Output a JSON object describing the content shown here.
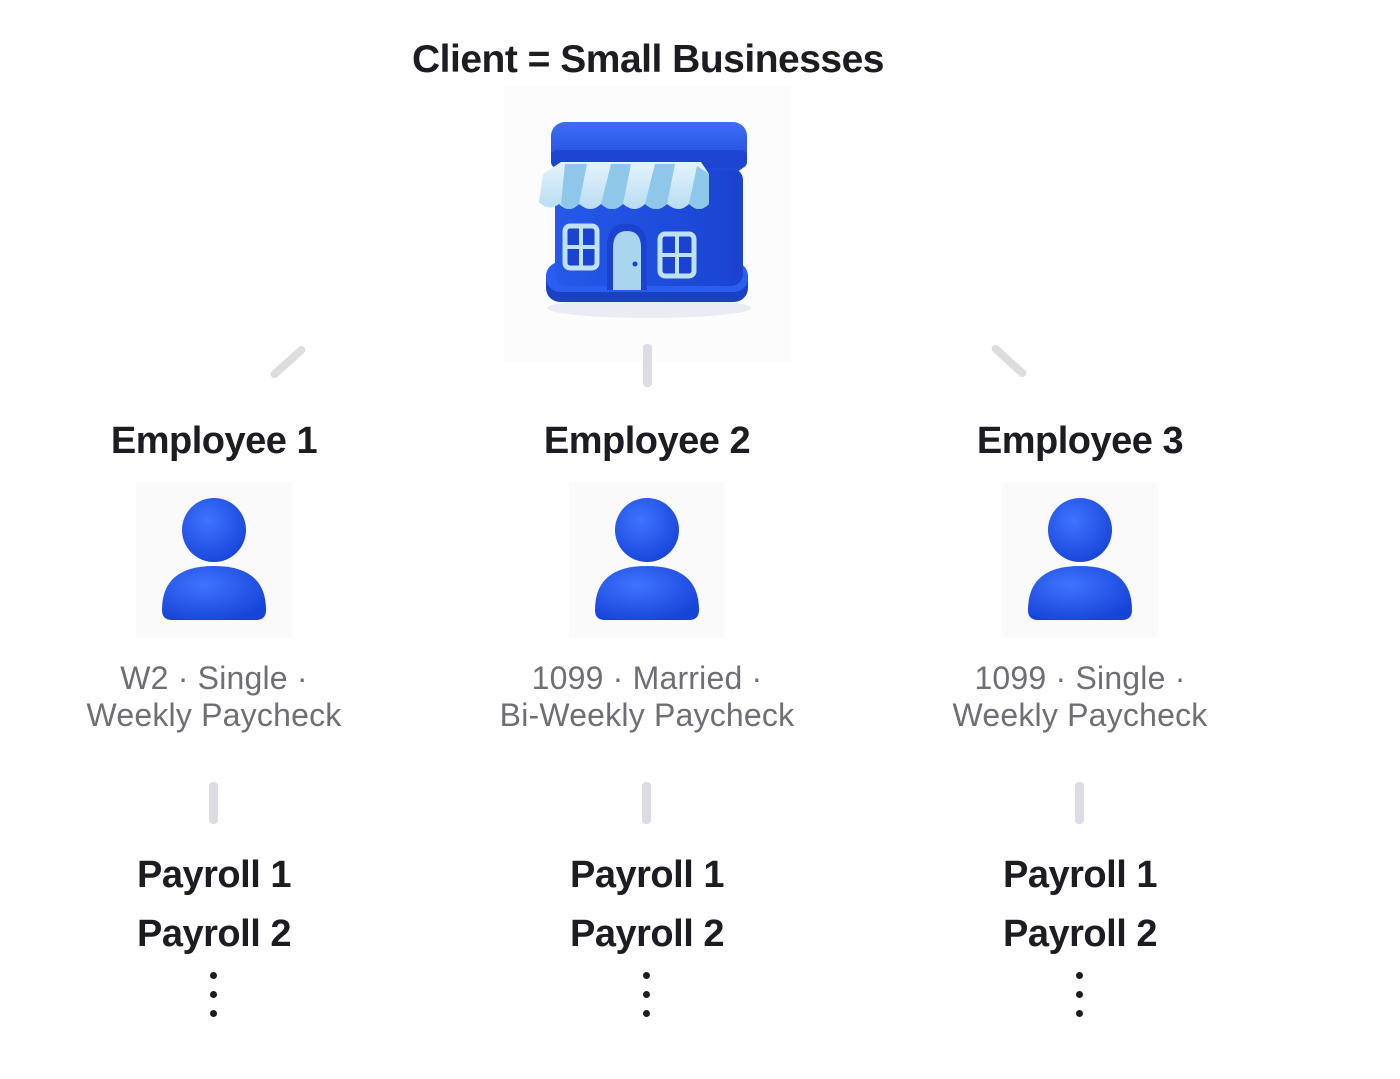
{
  "diagram": {
    "title": "Client = Small Businesses",
    "root_icon": "storefront-icon",
    "colors": {
      "icon_blue": "#1f4fe0",
      "awning_light": "#cfe8f7",
      "connector": "#dcdde1",
      "text_primary": "#1b1d22",
      "text_secondary": "#6d6f75"
    },
    "employees": [
      {
        "title": "Employee 1",
        "icon": "person-icon",
        "meta_line1": "W2 · Single ·",
        "meta_line2": "Weekly Paycheck",
        "payrolls": [
          "Payroll 1",
          "Payroll 2"
        ]
      },
      {
        "title": "Employee 2",
        "icon": "person-icon",
        "meta_line1": "1099 · Married ·",
        "meta_line2": "Bi-Weekly Paycheck",
        "payrolls": [
          "Payroll 1",
          "Payroll 2"
        ]
      },
      {
        "title": "Employee 3",
        "icon": "person-icon",
        "meta_line1": "1099 · Single ·",
        "meta_line2": "Weekly Paycheck",
        "payrolls": [
          "Payroll 1",
          "Payroll 2"
        ]
      }
    ]
  }
}
